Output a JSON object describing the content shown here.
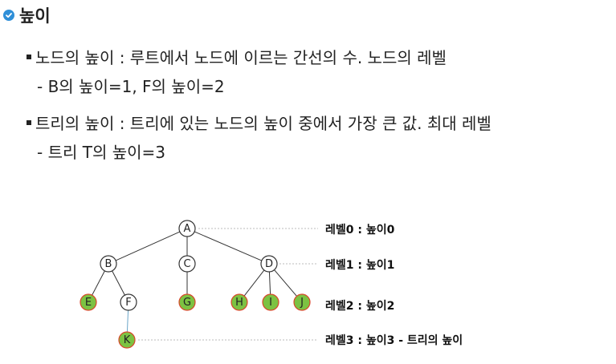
{
  "title": "높이",
  "bullets": [
    {
      "text": "노드의 높이 : 루트에서 노드에 이르는 간선의 수. 노드의 레벨",
      "sub": "- B의 높이=1,  F의 높이=2"
    },
    {
      "text": "트리의 높이 : 트리에 있는 노드의 높이 중에서 가장 큰 값. 최대 레벨",
      "sub": "- 트리 T의 높이=3"
    }
  ],
  "tree": {
    "nodes": [
      {
        "id": "A",
        "highlight": false
      },
      {
        "id": "B",
        "highlight": false
      },
      {
        "id": "C",
        "highlight": false
      },
      {
        "id": "D",
        "highlight": false
      },
      {
        "id": "E",
        "highlight": true
      },
      {
        "id": "F",
        "highlight": false
      },
      {
        "id": "G",
        "highlight": true
      },
      {
        "id": "H",
        "highlight": true
      },
      {
        "id": "I",
        "highlight": true
      },
      {
        "id": "J",
        "highlight": true
      },
      {
        "id": "K",
        "highlight": true
      }
    ],
    "edges": [
      [
        "A",
        "B"
      ],
      [
        "A",
        "C"
      ],
      [
        "A",
        "D"
      ],
      [
        "B",
        "E"
      ],
      [
        "B",
        "F"
      ],
      [
        "C",
        "G"
      ],
      [
        "D",
        "H"
      ],
      [
        "D",
        "I"
      ],
      [
        "D",
        "J"
      ],
      [
        "F",
        "K"
      ]
    ],
    "levels": [
      "레벨0 : 높이0",
      "레벨1 : 높이1",
      "레벨2 : 높이2",
      "레벨3 : 높이3  -  트리의 높이"
    ]
  },
  "colors": {
    "leaf_fill": "#7cc242",
    "leaf_stroke": "#d9472b",
    "node_stroke": "#333333",
    "accent": "#2f8fd8",
    "leader": "#bbbbbb",
    "k_edge": "#6aa5c8"
  }
}
